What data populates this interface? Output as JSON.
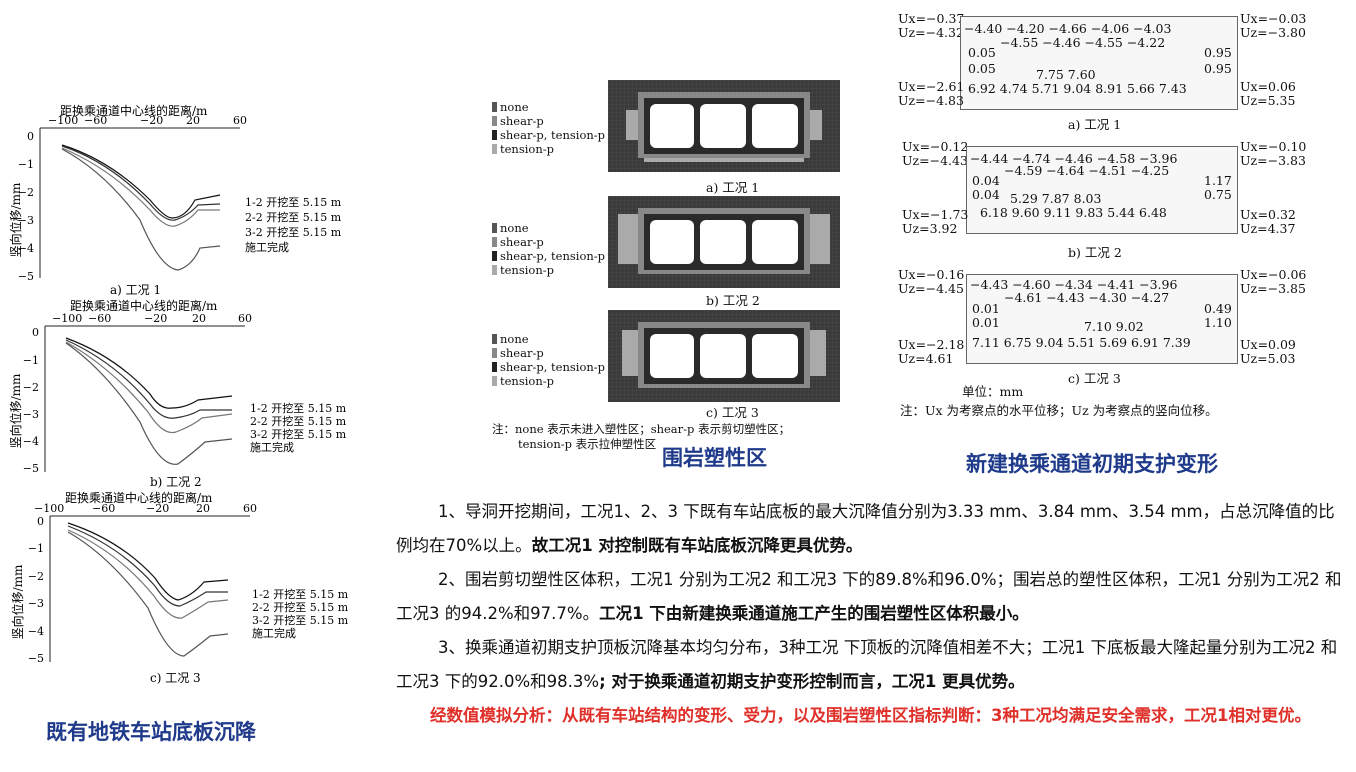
{
  "settlement_panel": {
    "title": "既有地铁车站底板沉降",
    "charts": [
      {
        "caption": "a) 工况 1",
        "xlabel": "距换乘通道中心线的距离/m",
        "ylabel": "竖向位移/mm",
        "xticks": [
          "−100",
          "−60",
          "−20",
          "20",
          "60"
        ],
        "yticks": [
          "0",
          "−1",
          "−2",
          "−3",
          "−4",
          "−5"
        ],
        "legend": [
          "1-2 开挖至 5.15 m",
          "2-2 开挖至 5.15 m",
          "3-2 开挖至 5.15 m",
          "施工完成"
        ]
      },
      {
        "caption": "b) 工况 2",
        "xlabel": "距换乘通道中心线的距离/m",
        "ylabel": "竖向位移/mm",
        "xticks": [
          "−100",
          "−60",
          "−20",
          "20",
          "60"
        ],
        "yticks": [
          "0",
          "−1",
          "−2",
          "−3",
          "−4",
          "−5"
        ],
        "legend": [
          "1-2 开挖至 5.15 m",
          "2-2 开挖至 5.15 m",
          "3-2 开挖至 5.15 m",
          "施工完成"
        ]
      },
      {
        "caption": "c) 工况 3",
        "xlabel": "距换乘通道中心线的距离/m",
        "ylabel": "竖向位移/mm",
        "xticks": [
          "−100",
          "−60",
          "−20",
          "20",
          "60"
        ],
        "yticks": [
          "0",
          "−1",
          "−2",
          "−3",
          "−4",
          "−5"
        ],
        "legend": [
          "1-2 开挖至 5.15 m",
          "2-2 开挖至 5.15 m",
          "3-2 开挖至 5.15 m",
          "施工完成"
        ]
      }
    ]
  },
  "plastic_panel": {
    "title": "围岩塑性区",
    "legend": [
      "none",
      "shear-p",
      "shear-p, tension-p",
      "tension-p"
    ],
    "captions": [
      "a) 工况 1",
      "b) 工况 2",
      "c) 工况 3"
    ],
    "note_line1": "注：none 表示未进入塑性区；shear-p 表示剪切塑性区；",
    "note_line2": "tension-p 表示拉伸塑性区"
  },
  "support_panel": {
    "title": "新建换乘通道初期支护变形",
    "unit": "单位：mm",
    "note": "注：Ux 为考察点的水平位移；Uz 为考察点的竖向位移。",
    "cases": [
      {
        "caption": "a) 工况 1",
        "left_top": [
          "Ux=−0.37",
          "Uz=−4.32"
        ],
        "right_top": [
          "Ux=−0.03",
          "Uz=−3.80"
        ],
        "left_bottom": [
          "Ux=−2.61",
          "Uz=−4.83"
        ],
        "right_bottom": [
          "Ux=0.06",
          "Uz=5.35"
        ],
        "top_row1": "−4.40    −4.20    −4.66    −4.06    −4.03",
        "top_row2": "−4.55    −4.46    −4.55    −4.22",
        "left_vals": [
          "0.05",
          "0.05"
        ],
        "right_vals": [
          "0.95",
          "0.95"
        ],
        "mid_row": "7.75            7.60",
        "bottom_row": "6.92  4.74   5.71 9.04     8.91  5.66  7.43"
      },
      {
        "caption": "b) 工况 2",
        "left_top": [
          "Ux=−0.12",
          "Uz=−4.43"
        ],
        "right_top": [
          "Ux=−0.10",
          "Uz=−3.83"
        ],
        "left_bottom": [
          "Ux=−1.73",
          "Uz=3.92"
        ],
        "right_bottom": [
          "Ux=0.32",
          "Uz=4.37"
        ],
        "top_row1": "−4.44    −4.74    −4.46    −4.58    −3.96",
        "top_row2": "−4.59    −4.64    −4.51    −4.25",
        "left_vals": [
          "0.04",
          "0.04"
        ],
        "right_vals": [
          "1.17",
          "0.75"
        ],
        "mid_row": "5.29     7.87   8.03",
        "bottom_row": "6.18      9.60    9.11    9.83  5.44  6.48"
      },
      {
        "caption": "c) 工况 3",
        "left_top": [
          "Ux=−0.16",
          "Uz=−4.45"
        ],
        "right_top": [
          "Ux=−0.06",
          "Uz=−3.85"
        ],
        "left_bottom": [
          "Ux=−2.18",
          "Uz=4.61"
        ],
        "right_bottom": [
          "Ux=0.09",
          "Uz=5.03"
        ],
        "top_row1": "−4.43    −4.60    −4.34    −4.41    −3.96",
        "top_row2": "−4.61    −4.43    −4.30    −4.27",
        "left_vals": [
          "0.01",
          "0.01"
        ],
        "right_vals": [
          "0.49",
          "1.10"
        ],
        "mid_row": "7.10      9.02",
        "bottom_row": "7.11 6.75 9.04 5.51   5.69     6.91 7.39"
      }
    ]
  },
  "text": {
    "p1a": "1、导洞开挖期间，工况1、2、3 下既有车站底板的最大沉降值分别为3.33 mm、3.84 mm、3.54 mm，占总沉降值的比例均在70%以上。",
    "p1b": "故工况1 对控制既有车站底板沉降更具优势。",
    "p2a": "2、围岩剪切塑性区体积，工况1 分别为工况2 和工况3 下的89.8%和96.0%；围岩总的塑性区体积，工况1 分别为工况2 和工况3 的94.2%和97.7%。",
    "p2b": "工况1 下由新建换乘通道施工产生的围岩塑性区体积最小。",
    "p3a": "3、换乘通道初期支护顶板沉降基本均匀分布，3种工况 下顶板的沉降值相差不大；工况1 下底板最大隆起量分别为工况2 和工况3 下的92.0%和98.3%",
    "p3b": "; 对于换乘通道初期支护变形控制而言，工况1 更具优势。",
    "p4": "经数值模拟分析：从既有车站结构的变形、受力，以及围岩塑性区指标判断：3种工况均满足安全需求，工况1相对更优。"
  }
}
